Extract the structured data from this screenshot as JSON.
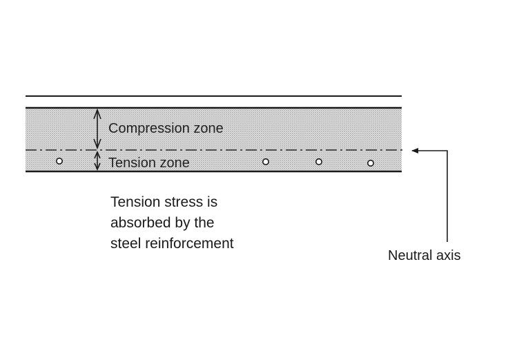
{
  "labels": {
    "compression_zone": "Compression zone",
    "tension_zone": "Tension zone",
    "note_lines": [
      "Tension stress is",
      "absorbed by the",
      "steel reinforcement"
    ],
    "neutral_axis": "Neutral axis"
  },
  "reinforcement_bar_count": 4,
  "colors": {
    "ink": "#1a1a1a",
    "beam_fill": "#d4d4d4"
  }
}
